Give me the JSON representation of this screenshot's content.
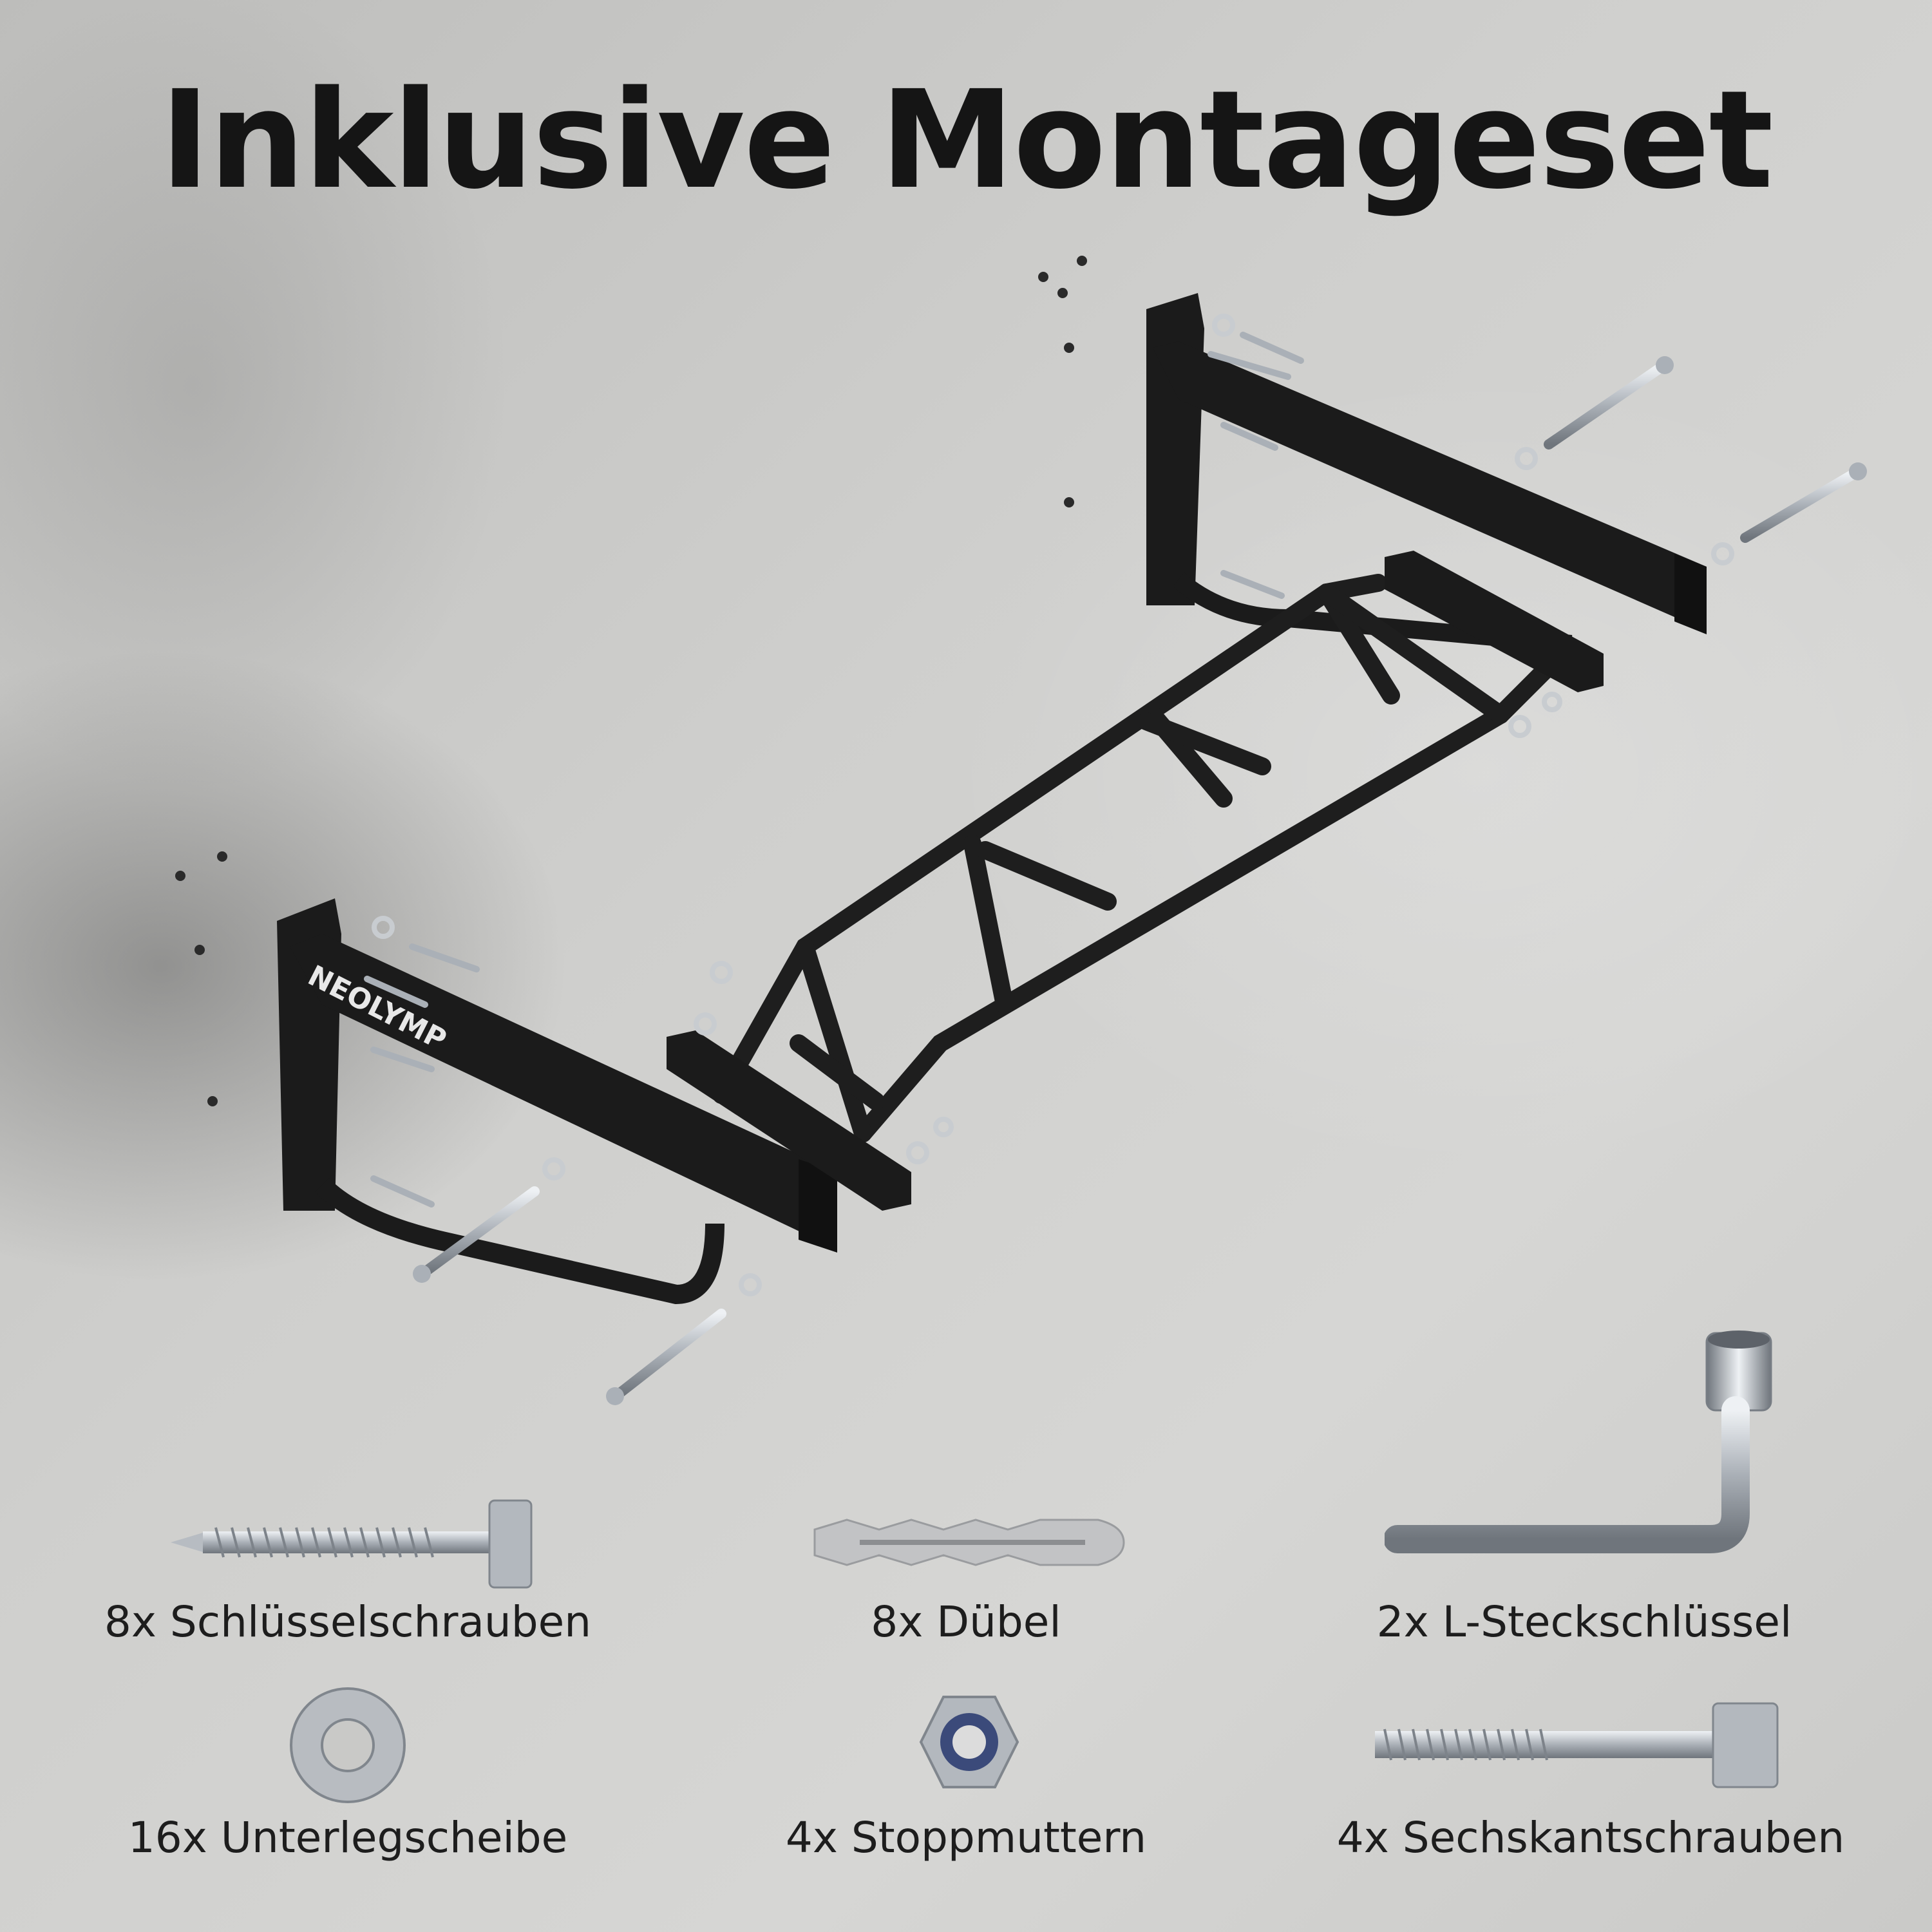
{
  "title": "Inklusive Montageset",
  "brand": "NEOLYMP",
  "items": [
    {
      "label": "8x Schlüsselschrauben",
      "icon": "lag-screw-icon"
    },
    {
      "label": "8x Dübel",
      "icon": "wall-plug-icon"
    },
    {
      "label": "2x L-Steckschlüssel",
      "icon": "l-socket-wrench-icon"
    },
    {
      "label": "16x Unterlegscheibe",
      "icon": "washer-icon"
    },
    {
      "label": "4x Stoppmuttern",
      "icon": "lock-nut-icon"
    },
    {
      "label": "4x Sechskantschrauben",
      "icon": "hex-bolt-icon"
    }
  ],
  "colors": {
    "frame": "#1b1b1b",
    "metal": "#b9bec4",
    "text": "#151515"
  }
}
